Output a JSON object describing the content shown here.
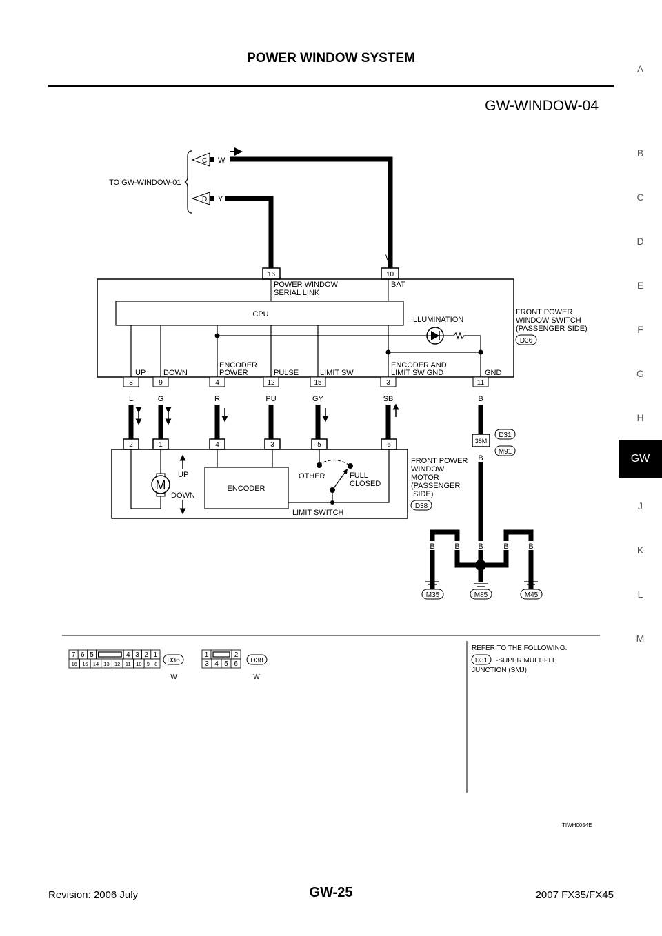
{
  "header": {
    "title": "POWER WINDOW SYSTEM",
    "diagram_id": "GW-WINDOW-04"
  },
  "side_tabs": [
    "A",
    "B",
    "C",
    "D",
    "E",
    "F",
    "G",
    "H",
    "GW",
    "J",
    "K",
    "L",
    "M"
  ],
  "active_tab": "GW",
  "footer": {
    "revision": "Revision: 2006 July",
    "page": "GW-25",
    "model": "2007 FX35/FX45"
  },
  "figure_code": "TIWH0054E",
  "diagram": {
    "to_label": "TO GW-WINDOW-01",
    "connector_c": "C",
    "connector_d": "D",
    "wire_w": "W",
    "wire_y": "Y",
    "switch": {
      "name_lines": [
        "FRONT POWER",
        "WINDOW SWITCH",
        "(PASSENGER SIDE)"
      ],
      "connector": "D36",
      "top_pins": [
        "16",
        "10"
      ],
      "serial_link": [
        "POWER WINDOW",
        "SERIAL LINK"
      ],
      "bat": "BAT",
      "cpu": "CPU",
      "illumination": "ILLUMINATION",
      "bottom_labels": {
        "up": "UP",
        "down": "DOWN",
        "enc_power": [
          "ENCODER",
          "POWER"
        ],
        "pulse": "PULSE",
        "limit_sw": "LIMIT SW",
        "enc_gnd": [
          "ENCODER AND",
          "LIMIT SW GND"
        ],
        "gnd": "GND"
      },
      "bottom_pins": [
        "8",
        "9",
        "4",
        "12",
        "15",
        "3",
        "11"
      ],
      "wire_colors": [
        "L",
        "G",
        "R",
        "PU",
        "GY",
        "SB",
        "B"
      ]
    },
    "motor": {
      "name_lines": [
        "FRONT POWER",
        "WINDOW",
        "MOTOR",
        "(PASSENGER",
        " SIDE)"
      ],
      "connector": "D38",
      "pins": [
        "2",
        "1",
        "4",
        "3",
        "5",
        "6"
      ],
      "m": "M",
      "up": "UP",
      "down": "DOWN",
      "encoder": "ENCODER",
      "other": "OTHER",
      "full_closed": [
        "FULL",
        "CLOSED"
      ],
      "limit_switch": "LIMIT SWITCH"
    },
    "junction": {
      "top": "D31",
      "pin": "38M",
      "bottom": "M91",
      "wire": "B"
    },
    "grounds": {
      "wire_labels": [
        "B",
        "B",
        "B",
        "B",
        "B"
      ],
      "points": [
        "M35",
        "M85",
        "M45"
      ]
    },
    "connector_views": [
      {
        "id": "D36",
        "color": "W",
        "row1": [
          "7",
          "6",
          "5",
          "",
          "4",
          "3",
          "2",
          "1"
        ],
        "row2": [
          "16",
          "15",
          "14",
          "13",
          "12",
          "11",
          "10",
          "9",
          "8"
        ]
      },
      {
        "id": "D38",
        "color": "W",
        "row1": [
          "1",
          "",
          "2"
        ],
        "row2": [
          "3",
          "4",
          "5",
          "6"
        ]
      }
    ],
    "refer": {
      "heading": "REFER TO THE FOLLOWING.",
      "connector": "D31",
      "desc1": "-SUPER MULTIPLE",
      "desc2": "JUNCTION (SMJ)"
    }
  }
}
